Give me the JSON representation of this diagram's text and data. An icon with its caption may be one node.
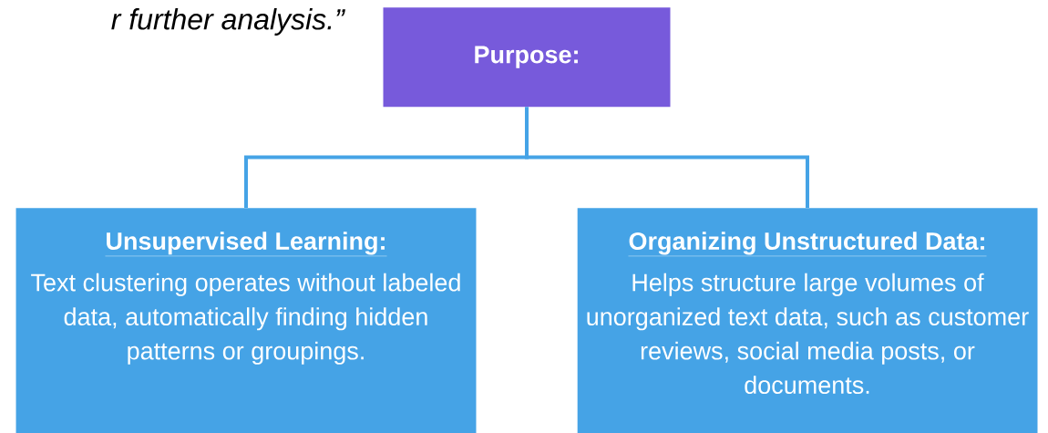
{
  "diagram": {
    "nodes": [
      {
        "text": [
          "Purpose:"
        ]
      },
      {
        "text": [
          "Unsupervised Learning:",
          "Text clustering operates without labeled data, automatically finding hidden patterns or groupings."
        ]
      },
      {
        "text": [
          "Organizing Unstructured Data:",
          "Helps structure large volumes of unorganized text data, such as customer reviews, social media posts, or documents."
        ]
      }
    ],
    "edges": [
      {
        "from": 0,
        "to": 1,
        "arrow": "none"
      },
      {
        "from": 0,
        "to": 2,
        "arrow": "none"
      }
    ],
    "labels": [
      "r further analysis.”"
    ]
  }
}
